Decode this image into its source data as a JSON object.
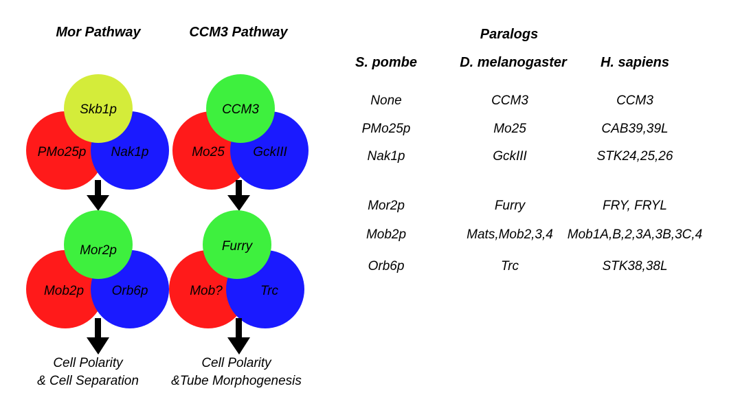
{
  "pathways": [
    {
      "title": "Mor Pathway",
      "complex1": {
        "top": "Skb1p",
        "left": "PMo25p",
        "right": "Nak1p"
      },
      "complex2": {
        "top": "Mor2p",
        "left": "Mob2p",
        "right": "Orb6p"
      },
      "outcome": [
        "Cell Polarity",
        "& Cell Separation"
      ]
    },
    {
      "title": "CCM3 Pathway",
      "complex1": {
        "top": "CCM3",
        "left": "Mo25",
        "right": "GckIII"
      },
      "complex2": {
        "top": "Furry",
        "left": "Mob?",
        "right": "Trc"
      },
      "outcome": [
        "Cell Polarity",
        "&Tube Morphogenesis"
      ]
    }
  ],
  "table": {
    "title": "Paralogs",
    "headers": [
      "S. pombe",
      "D. melanogaster",
      "H. sapiens"
    ],
    "rows": [
      [
        "None",
        "CCM3",
        "CCM3"
      ],
      [
        "PMo25p",
        "Mo25",
        "CAB39,39L"
      ],
      [
        "Nak1p",
        "GckIII",
        "STK24,25,26"
      ],
      [
        "Mor2p",
        "Furry",
        "FRY, FRYL"
      ],
      [
        "Mob2p",
        "Mats,Mob2,3,4",
        "Mob1A,B,2,3A,3B,3C,4"
      ],
      [
        "Orb6p",
        "Trc",
        "STK38,38L"
      ]
    ]
  },
  "colors": {
    "yellow": "#d4ec3a",
    "green": "#3ef03e",
    "red": "#ff1a1a",
    "blue": "#1a1aff",
    "text": "#000000"
  }
}
